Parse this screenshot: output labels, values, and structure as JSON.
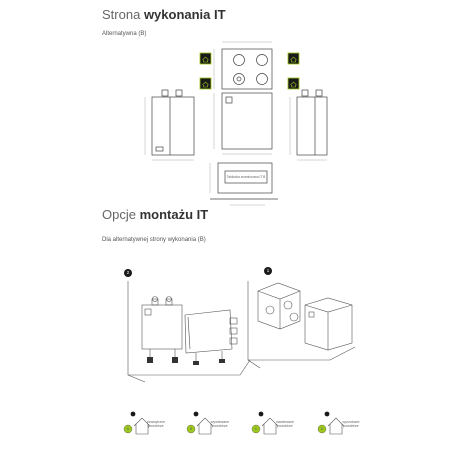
{
  "section1": {
    "title_light": "Strona",
    "title_bold": "wykonania IT",
    "subtitle": "Alternatywna (B)"
  },
  "section2": {
    "title_light": "Opcje",
    "title_bold": "montażu IT",
    "subtitle": "Dla alternatywnej strony wykonania (B)"
  },
  "callouts": {
    "left": "2",
    "right": "1"
  },
  "panel_text": "Tabliczka znamionowa IT B",
  "legend": [
    {
      "letter": "A",
      "label": "zewnętrzne powietrze"
    },
    {
      "letter": "B",
      "label": "wywiewane powietrze"
    },
    {
      "letter": "C",
      "label": "nawiewane powietrze"
    },
    {
      "letter": "D",
      "label": "wyrzutowe powietrze"
    }
  ],
  "colors": {
    "accent": "#9dc81c",
    "line": "#444444",
    "dim": "#888888",
    "icon_box": "#1a1a1a"
  }
}
